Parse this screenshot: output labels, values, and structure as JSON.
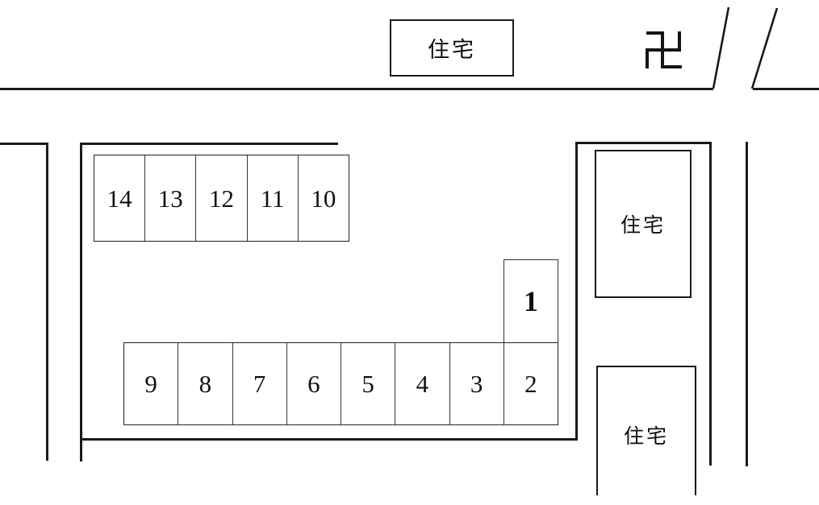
{
  "diagram": {
    "type": "parking-lot-layout-map",
    "background": "#ffffff",
    "line_color": "#1a1a1a"
  },
  "buildings": {
    "top_house": {
      "label": "住宅"
    },
    "right_top_house": {
      "label": "住宅"
    },
    "right_bottom_house": {
      "label": "住宅"
    }
  },
  "landmarks": {
    "temple_icon": "manji-temple-icon",
    "temple_symbol": "卍"
  },
  "parking": {
    "top_row": {
      "spaces": [
        {
          "label": "14"
        },
        {
          "label": "13"
        },
        {
          "label": "12"
        },
        {
          "label": "11"
        },
        {
          "label": "10"
        }
      ]
    },
    "bottom_row": {
      "spaces": [
        {
          "label": "9"
        },
        {
          "label": "8"
        },
        {
          "label": "7"
        },
        {
          "label": "6"
        },
        {
          "label": "5"
        },
        {
          "label": "4"
        },
        {
          "label": "3"
        },
        {
          "label": "2"
        }
      ]
    },
    "corner_space": {
      "label": "1"
    }
  }
}
